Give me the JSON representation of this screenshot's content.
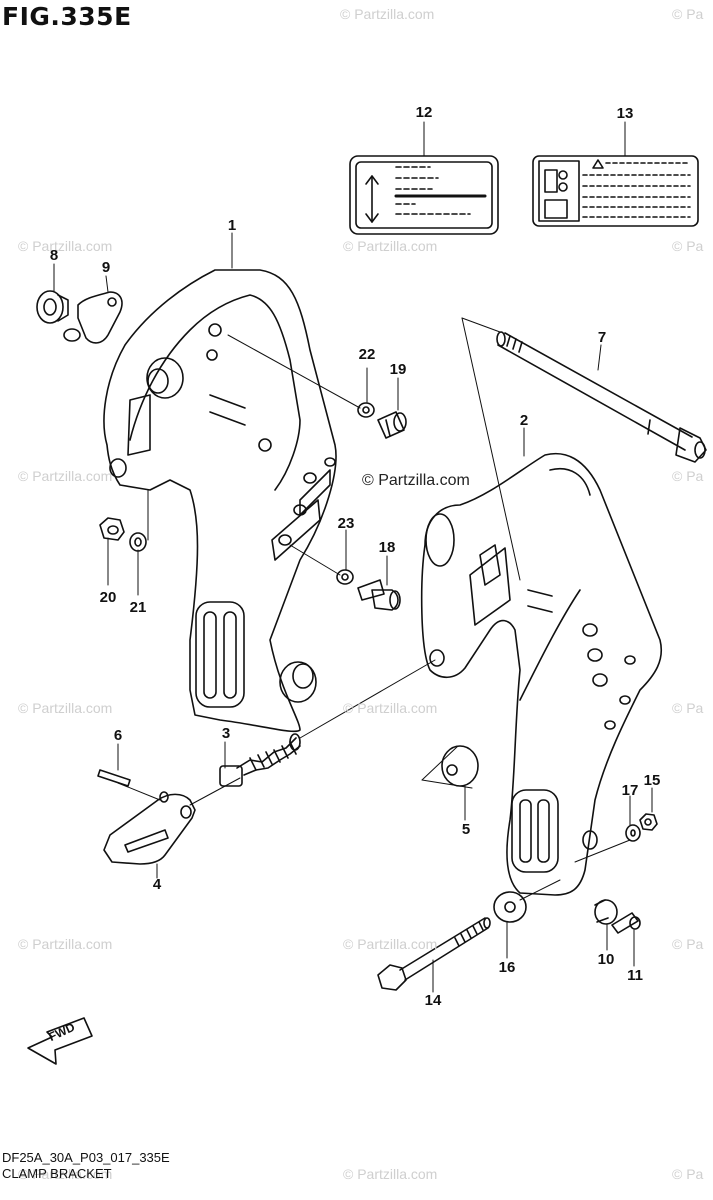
{
  "figure": {
    "title": "FIG.335E",
    "code": "DF25A_30A_P03_017_335E",
    "subtitle": "CLAMP BRACKET"
  },
  "watermark": {
    "text": "© Partzilla.com",
    "short": "© Pa"
  },
  "site_label": "© Partzilla.com",
  "fwd_label": "FWD",
  "callouts": [
    {
      "id": "c1",
      "label": "1"
    },
    {
      "id": "c2",
      "label": "2"
    },
    {
      "id": "c3",
      "label": "3"
    },
    {
      "id": "c4",
      "label": "4"
    },
    {
      "id": "c5",
      "label": "5"
    },
    {
      "id": "c6",
      "label": "6"
    },
    {
      "id": "c7",
      "label": "7"
    },
    {
      "id": "c8",
      "label": "8"
    },
    {
      "id": "c9",
      "label": "9"
    },
    {
      "id": "c10",
      "label": "10"
    },
    {
      "id": "c11",
      "label": "11"
    },
    {
      "id": "c12",
      "label": "12"
    },
    {
      "id": "c13",
      "label": "13"
    },
    {
      "id": "c14",
      "label": "14"
    },
    {
      "id": "c15",
      "label": "15"
    },
    {
      "id": "c16",
      "label": "16"
    },
    {
      "id": "c17",
      "label": "17"
    },
    {
      "id": "c18",
      "label": "18"
    },
    {
      "id": "c19",
      "label": "19"
    },
    {
      "id": "c20",
      "label": "20"
    },
    {
      "id": "c21",
      "label": "21"
    },
    {
      "id": "c22",
      "label": "22"
    },
    {
      "id": "c23",
      "label": "23"
    }
  ]
}
